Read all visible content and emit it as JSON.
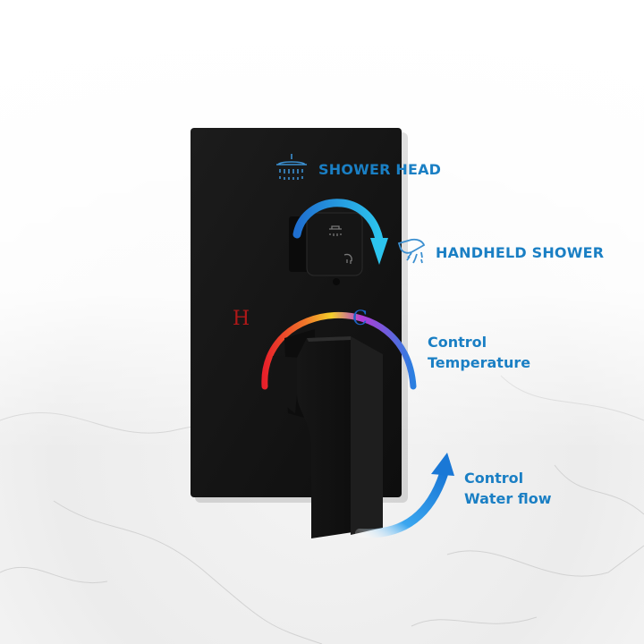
{
  "callouts": {
    "shower_head": "SHOWER HEAD",
    "handheld_shower": "HANDHELD SHOWER",
    "control_temperature": [
      "Control",
      "Temperature"
    ],
    "control_water_flow": [
      "Control",
      "Water flow"
    ]
  },
  "plate_markings": {
    "hot": "H",
    "cold": "C"
  },
  "colors": {
    "callout_blue": "#1a7fc4",
    "hot_red": "#e8202a",
    "cold_blue": "#1d63c4",
    "fixture_black": "#121212"
  },
  "icons": [
    "shower-head-icon",
    "handheld-shower-icon",
    "diverter-arrow-icon",
    "temperature-arc-icon",
    "flow-arrow-icon"
  ]
}
